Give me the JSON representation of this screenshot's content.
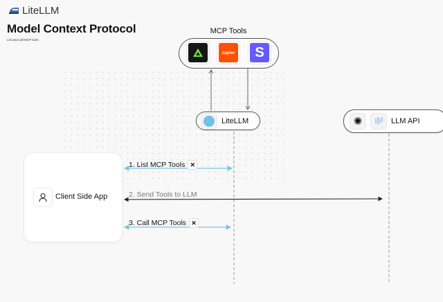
{
  "brand": {
    "name": "LiteLLM"
  },
  "header": {
    "title": "Model Context Protocol",
    "subtitle": "List and call MCP tools"
  },
  "mcp_tools": {
    "label": "MCP Tools",
    "tools": [
      {
        "name": "tool-1",
        "color": "#161616",
        "accent": "#6ee03a"
      },
      {
        "name": "zapier",
        "text": "zapier",
        "color": "#ff4f00"
      },
      {
        "name": "stripe",
        "text": "S",
        "color": "#635bff"
      }
    ]
  },
  "nodes": {
    "litellm": {
      "label": "LiteLLM"
    },
    "llm_api": {
      "label": "LLM API"
    },
    "client": {
      "label": "Client Side App"
    }
  },
  "messages": [
    {
      "label": "1. List MCP Tools",
      "color": "#7cc4e6",
      "has_tool_icon": true
    },
    {
      "label": "2. Send Tools to LLM",
      "color": "#222222",
      "label_color": "#777777"
    },
    {
      "label": "3. Call MCP Tools",
      "color": "#7cc4e6",
      "has_tool_icon": true
    }
  ],
  "icons": {
    "tool": "✕"
  }
}
